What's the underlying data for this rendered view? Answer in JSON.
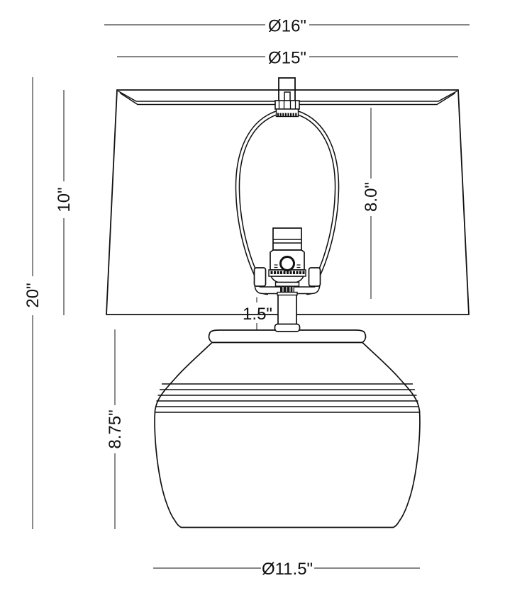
{
  "diagram": {
    "type": "lamp-dimension-drawing",
    "dimensions": {
      "shade_bottom_diameter": "Ø16\"",
      "shade_top_diameter": "Ø15\"",
      "overall_height": "20\"",
      "shade_height": "10\"",
      "harp_height": "8.0\"",
      "neck_height": "1.5\"",
      "base_height": "8.75\"",
      "base_diameter": "Ø11.5\""
    },
    "colors": {
      "background": "#ffffff",
      "drawing_line": "#111111",
      "dimension_line": "#3d3d3d",
      "text": "#111111"
    }
  }
}
